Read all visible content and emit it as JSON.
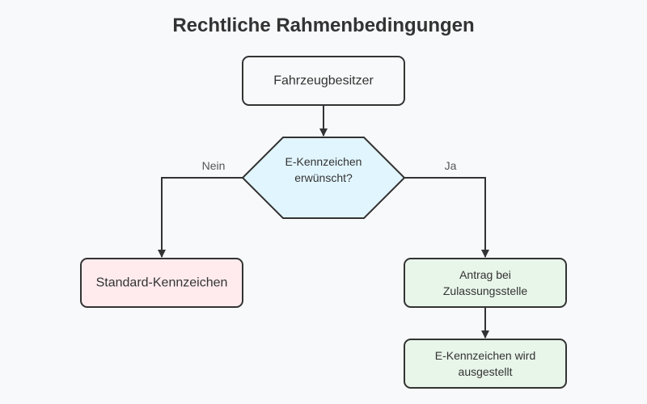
{
  "title": "Rechtliche Rahmenbedingungen",
  "colors": {
    "stroke": "#333333",
    "owner_fill": "#f8f9fa",
    "decision_fill": "#e1f5fe",
    "standard_fill": "#ffebee",
    "process_fill": "#e8f5e9"
  },
  "nodes": {
    "owner": {
      "lines": [
        "Fahrzeugbesitzer"
      ]
    },
    "decision": {
      "lines": [
        "E-Kennzeichen",
        "erwünscht?"
      ]
    },
    "standard": {
      "lines": [
        "Standard-Kennzeichen"
      ]
    },
    "application": {
      "lines": [
        "Antrag bei",
        "Zulassungsstelle"
      ]
    },
    "issued": {
      "lines": [
        "E-Kennzeichen wird",
        "ausgestellt"
      ]
    }
  },
  "edges": {
    "no_label": "Nein",
    "yes_label": "Ja"
  }
}
